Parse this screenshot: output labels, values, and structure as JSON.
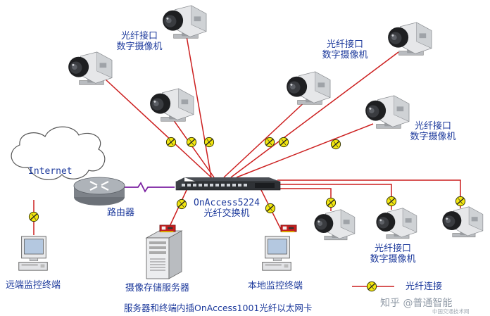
{
  "labels": {
    "camera_label_line1": "光纤接口",
    "camera_label_line2": "数字摄像机",
    "internet": "Internet",
    "router": "路由器",
    "switch_model": "OnAccess5224",
    "switch_name": "光纤交换机",
    "remote_terminal": "远端监控终端",
    "storage_server": "摄像存储服务器",
    "local_terminal": "本地监控终端",
    "legend_fiber": "光纤连接",
    "footer_note": "服务器和终端内插OnAccess1001光纤以太网卡",
    "watermark": "知乎 @普通智能",
    "watermark_sub": "中国交通技术网"
  },
  "colors": {
    "fiber_line": "#cc1f1f",
    "connector_fill": "#f2e60f",
    "text_blue": "#1d3a9c",
    "switch_body": "#2f3236",
    "cloud_stroke": "#555555"
  },
  "icons": {
    "camera": "cctv-camera-icon",
    "switch": "network-switch-icon",
    "router": "router-icon",
    "cloud": "cloud-icon",
    "terminal": "computer-terminal-icon",
    "server": "tower-server-icon",
    "nic": "fiber-nic-card-icon",
    "connector": "fiber-connector-icon"
  }
}
